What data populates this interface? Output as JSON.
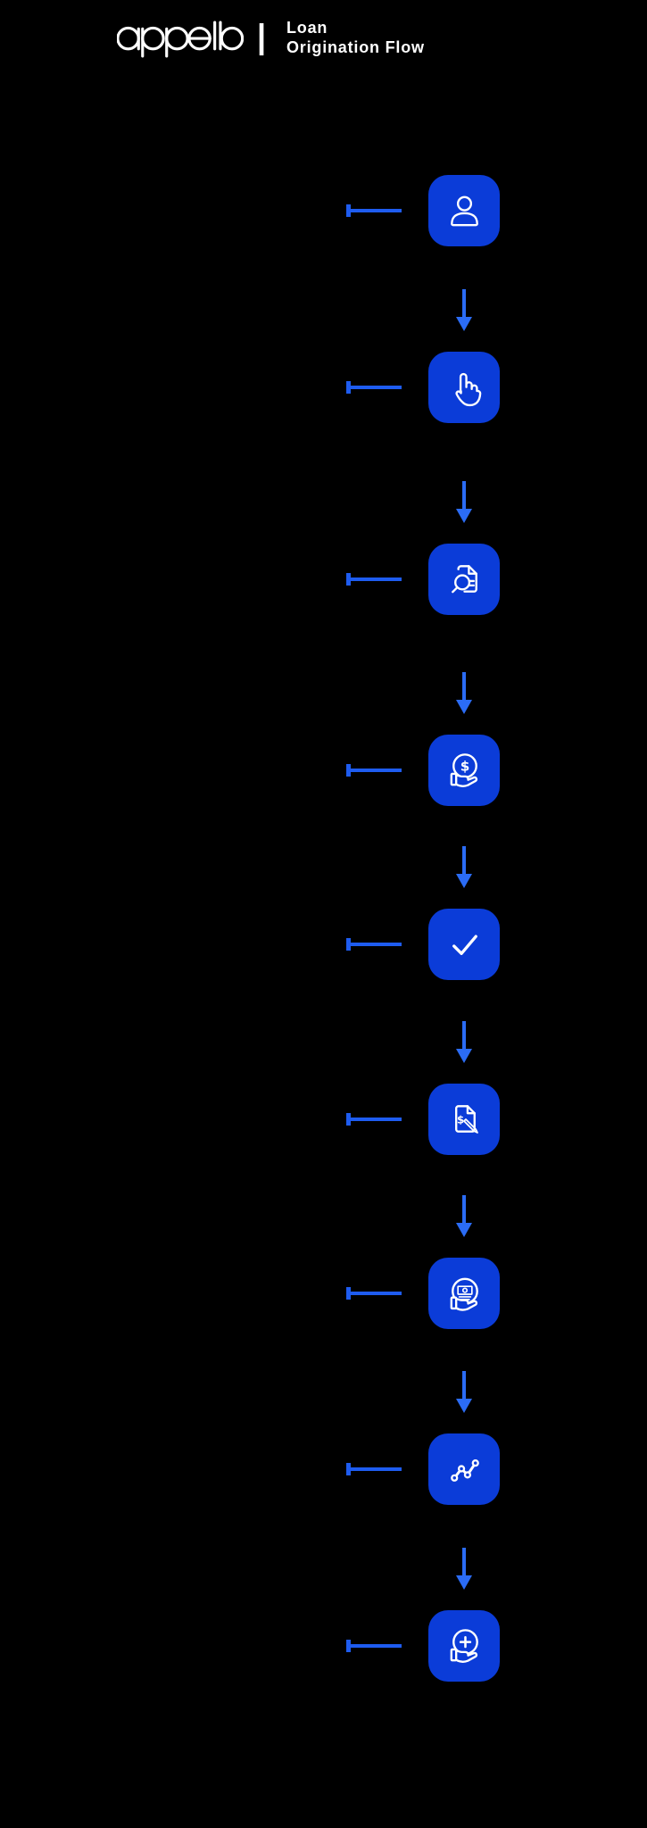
{
  "header": {
    "logo_text": "appello",
    "separator": "|",
    "title_lines": [
      "Loan",
      "Origination Flow"
    ]
  },
  "colors": {
    "background": "#000000",
    "tile_blue": "#0B3CD8",
    "connector_blue": "#1E5CF0",
    "arrow_blue": "#2B6CF5",
    "icon_white": "#FFFFFF"
  },
  "flow": {
    "steps": [
      {
        "icon": "user-icon"
      },
      {
        "icon": "tap-select-icon"
      },
      {
        "icon": "document-search-icon"
      },
      {
        "icon": "coin-dollar-hand-icon"
      },
      {
        "icon": "checkmark-icon"
      },
      {
        "icon": "document-sign-icon"
      },
      {
        "icon": "cash-in-hand-icon"
      },
      {
        "icon": "line-chart-icon"
      },
      {
        "icon": "coin-plus-hand-icon"
      }
    ]
  }
}
